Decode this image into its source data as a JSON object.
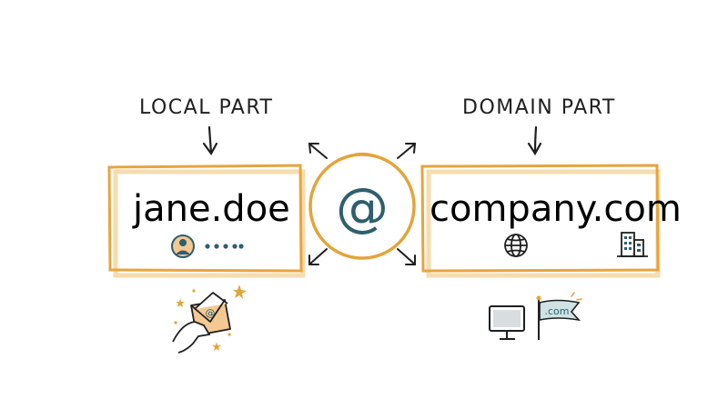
{
  "diagram": {
    "local_part_heading": "LOCAL PART",
    "domain_part_heading": "DOMAIN PART",
    "local_value": "jane.doe",
    "at_symbol": "@",
    "domain_value": "company.com",
    "flag_text": ".com",
    "envelope_symbol": "@",
    "colors": {
      "box_border": "#e8a43c",
      "box_shadow": "#f6dcae",
      "text_teal": "#2f5f6e",
      "star_gold": "#e3a43a"
    },
    "icons": {
      "local_box": [
        "user-avatar-icon",
        "dots-icon"
      ],
      "domain_box": [
        "globe-icon",
        "building-icon"
      ],
      "below_local": "hand-envelope-icon",
      "below_domain": [
        "monitor-icon",
        "flag-icon"
      ]
    }
  }
}
